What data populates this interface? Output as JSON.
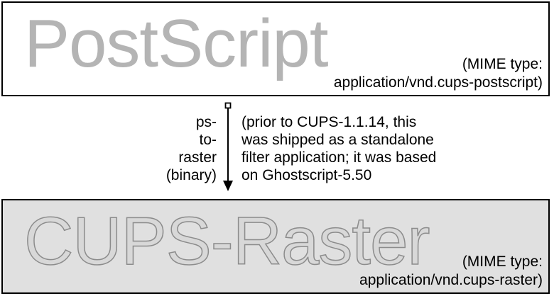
{
  "source_format": {
    "title": "PostScript",
    "mime_line1": "(MIME type:",
    "mime_line2": "application/vnd.cups-postscript)"
  },
  "filter": {
    "name_lines": [
      "ps-",
      "to-",
      "raster",
      "(binary)"
    ],
    "note_lines": [
      "(prior to CUPS-1.1.14, this",
      "was shipped as a standalone",
      "filter application; it was based",
      "on Ghostscript-5.50"
    ]
  },
  "target_format": {
    "title": "CUPS-Raster",
    "mime_line1": "(MIME type:",
    "mime_line2": "application/vnd.cups-raster)"
  },
  "colors": {
    "source_title": "#b4b4b4",
    "target_box_fill": "#e0e0e0",
    "target_title_fill": "#d8d8d8",
    "target_title_outline": "#8c8c8c"
  }
}
